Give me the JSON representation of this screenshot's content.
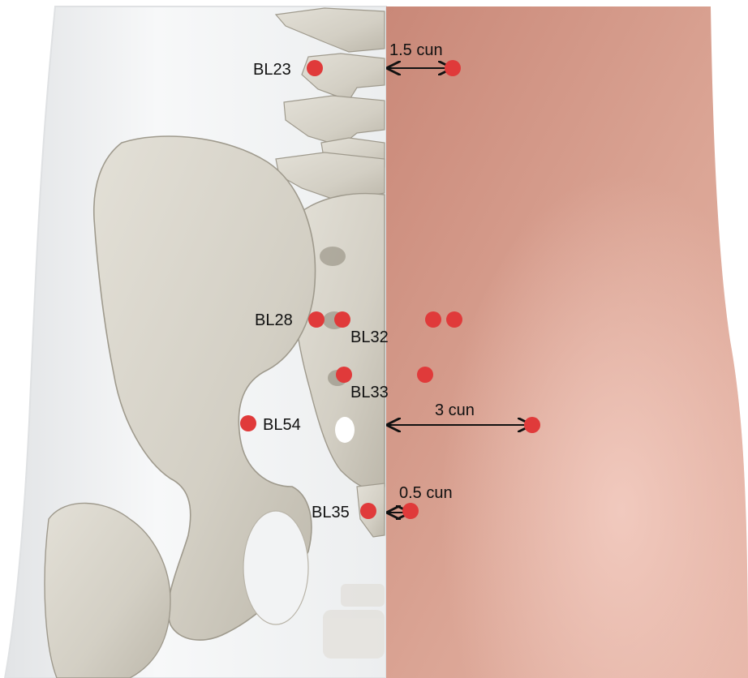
{
  "colors": {
    "background": "#ffffff",
    "body_outline": "#e4e6e8",
    "bone": "#d8d5cb",
    "bone_shadow": "#b6b1a5",
    "skin": "#d8a08f",
    "skin_light": "#edc5b8",
    "point": "#e03a3a",
    "arrow": "#111111",
    "label_text": "#111111"
  },
  "points": {
    "bl23": "BL23",
    "bl28": "BL28",
    "bl32": "BL32",
    "bl33": "BL33",
    "bl54": "BL54",
    "bl35": "BL35"
  },
  "measurements": {
    "m15": "1.5 cun",
    "m3": "3 cun",
    "m05": "0.5 cun"
  },
  "icons": [
    "acupoint-marker-icon",
    "double-arrow-icon"
  ]
}
